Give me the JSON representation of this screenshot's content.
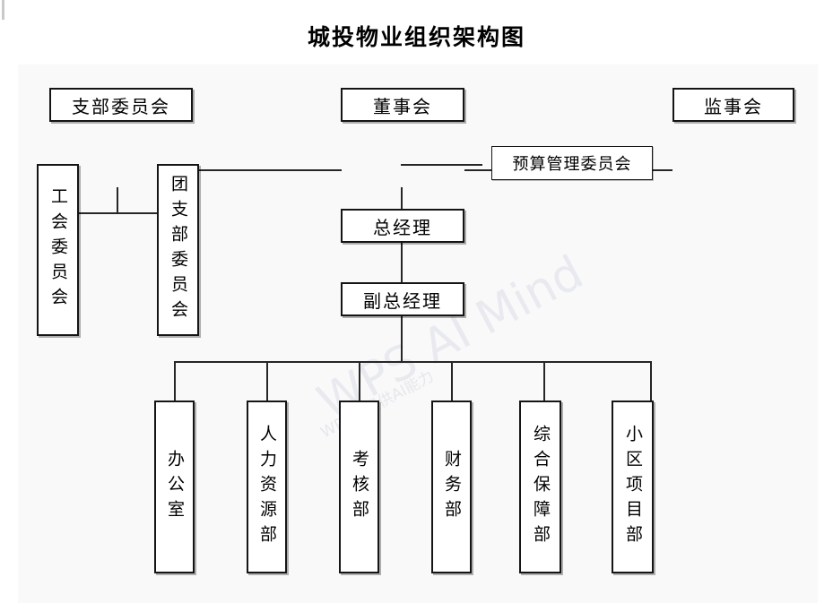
{
  "title": "城投物业组织架构图",
  "watermark": {
    "big": "WPS AI Mind",
    "small": "WPS仅提供AI能力"
  },
  "nodes": {
    "branch_committee": "支部委员会",
    "board_of_directors": "董事会",
    "board_of_supervisors": "监事会",
    "budget_committee": "预算管理委员会",
    "general_manager": "总经理",
    "deputy_general_manager": "副总经理",
    "labor_union_committee": "工会委员会",
    "youth_league_committee": "团支部委员会",
    "office": "办公室",
    "hr_department": "人力资源部",
    "assessment_department": "考核部",
    "finance_department": "财务部",
    "support_department": "综合保障部",
    "community_project_department": "小区项目部"
  },
  "colors": {
    "panel_background": "#f9f9f9",
    "box_border": "#151515",
    "line": "#262626",
    "text": "#000000"
  }
}
